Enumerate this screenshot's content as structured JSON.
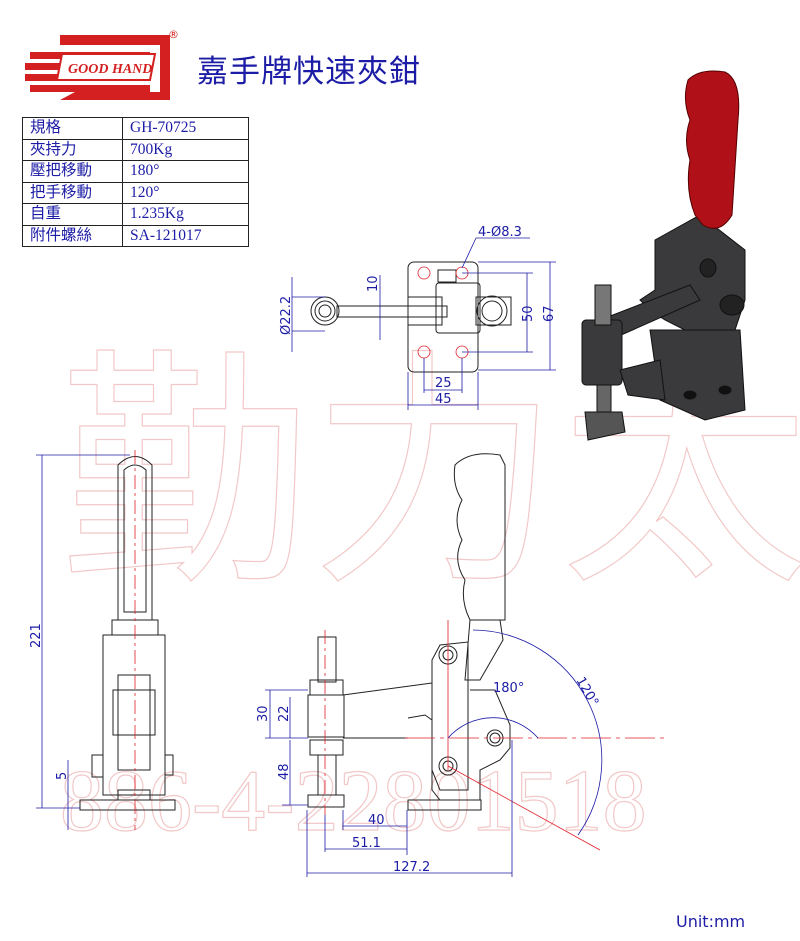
{
  "logo": {
    "text": "GOOD HAND",
    "registered": "®"
  },
  "title": "嘉手牌快速夾鉗",
  "spec_table": [
    {
      "label": "規格",
      "value": "GH-70725"
    },
    {
      "label": "夾持力",
      "value": "700Kg"
    },
    {
      "label": "壓把移動",
      "value": "180°"
    },
    {
      "label": "把手移動",
      "value": "120°"
    },
    {
      "label": "自重",
      "value": "1.235Kg"
    },
    {
      "label": "附件螺絲",
      "value": "SA-121017"
    }
  ],
  "watermark": {
    "chars": "勤力太公",
    "phone": "886-4-22801518"
  },
  "dimensions": {
    "holes": "4-Ø8.3",
    "spindle_dia": "Ø22.2",
    "arm_width": "10",
    "hole_spacing_v": "50",
    "base_length": "67",
    "hole_spacing_h": "25",
    "base_width": "45",
    "height": "221",
    "base_thickness": "5",
    "d30": "30",
    "d22": "22",
    "d48": "48",
    "d40": "40",
    "d51": "51.1",
    "d127": "127.2",
    "angle_bar": "180°",
    "angle_handle": "120°"
  },
  "unit": "Unit:mm",
  "colors": {
    "dimension": "#1c1ca6",
    "centerline": "#e0202a",
    "logo": "#d42020",
    "handle": "#b01018"
  }
}
